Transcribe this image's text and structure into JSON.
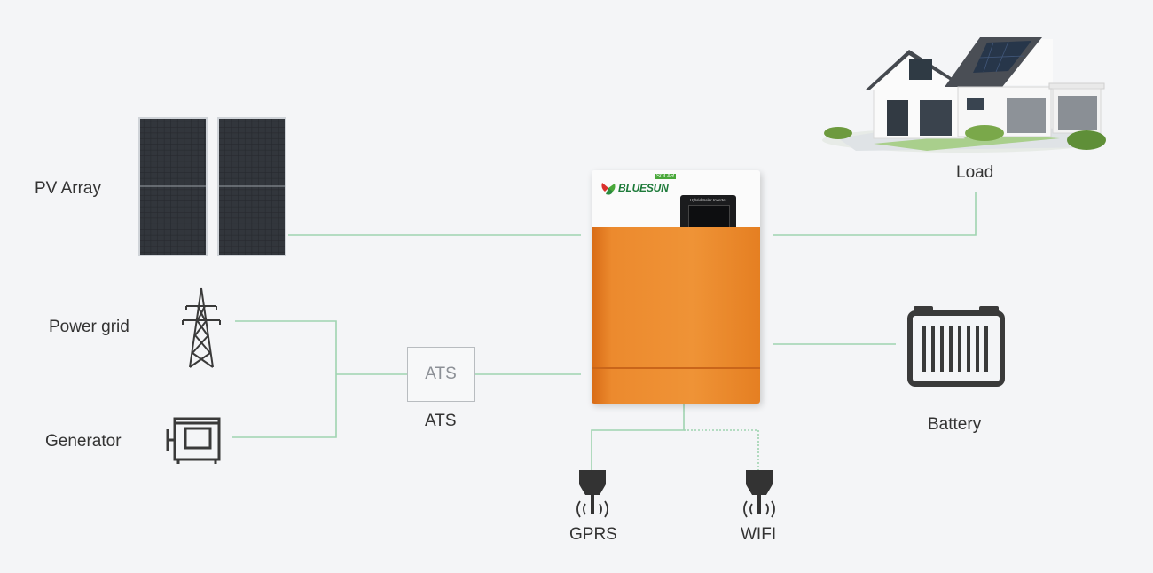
{
  "labels": {
    "pv_array": "PV Array",
    "power_grid": "Power grid",
    "generator": "Generator",
    "ats_box": "ATS",
    "ats_caption": "ATS",
    "load": "Load",
    "battery": "Battery",
    "gprs": "GPRS",
    "wifi": "WIFI"
  },
  "inverter": {
    "brand": "BLUESUN",
    "brand_sub": "SOLAR",
    "panel_title": "Hybrid Solar Inverter"
  },
  "colors": {
    "wire": "#9fd4b0",
    "inverter_orange": "#ef9336",
    "brand_green": "#1d7a39",
    "icon_dark": "#3a3a3a",
    "background": "#f4f5f7"
  },
  "icons": [
    "solar-panel-icon",
    "pylon-icon",
    "generator-icon",
    "house-image",
    "battery-icon",
    "antenna-icon"
  ]
}
